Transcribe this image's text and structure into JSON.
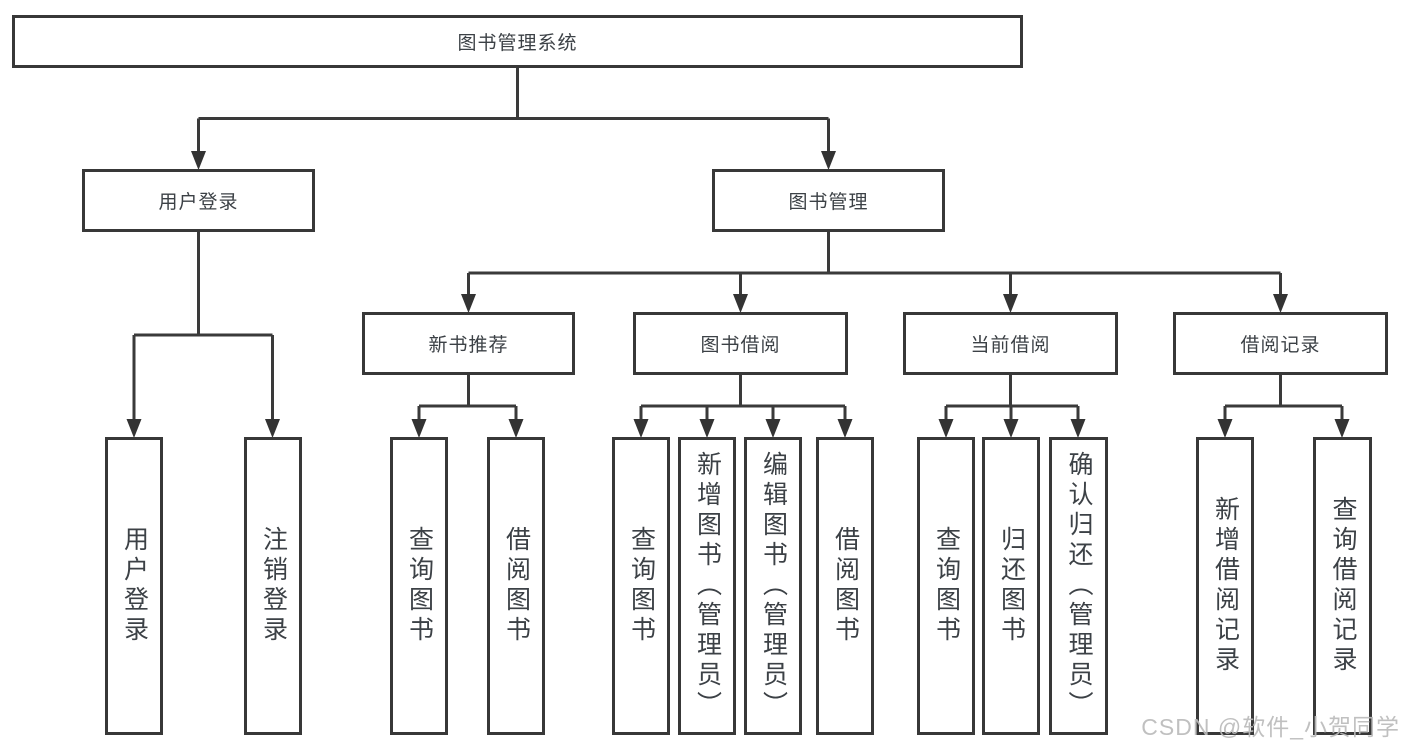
{
  "colors": {
    "line": "#3a3a3a",
    "box_border": "#383838",
    "text": "#3c4146",
    "watermark": "#bbbbbb",
    "background": "#ffffff"
  },
  "watermark": {
    "text": "CSDN @软件_小贺同学"
  },
  "tree": {
    "root": {
      "label": "图书管理系统",
      "children": [
        {
          "label": "用户登录",
          "children": [
            {
              "label": "用户登录"
            },
            {
              "label": "注销登录"
            }
          ]
        },
        {
          "label": "图书管理",
          "children": [
            {
              "label": "新书推荐",
              "children": [
                {
                  "label": "查询图书"
                },
                {
                  "label": "借阅图书"
                }
              ]
            },
            {
              "label": "图书借阅",
              "children": [
                {
                  "label": "查询图书"
                },
                {
                  "label": "新增图书（管理员）"
                },
                {
                  "label": "编辑图书（管理员）"
                },
                {
                  "label": "借阅图书"
                }
              ]
            },
            {
              "label": "当前借阅",
              "children": [
                {
                  "label": "查询图书"
                },
                {
                  "label": "归还图书"
                },
                {
                  "label": "确认归还（管理员）"
                }
              ]
            },
            {
              "label": "借阅记录",
              "children": [
                {
                  "label": "新增借阅记录"
                },
                {
                  "label": "查询借阅记录"
                }
              ]
            }
          ]
        }
      ]
    }
  }
}
